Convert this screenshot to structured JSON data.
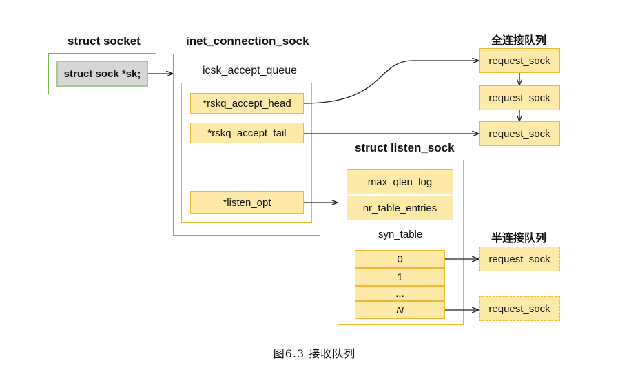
{
  "headings": {
    "struct_socket": "struct socket",
    "inet_connection_sock": "inet_connection_sock",
    "icsk_accept_queue": "icsk_accept_queue",
    "struct_listen_sock": "struct listen_sock",
    "syn_table": "syn_table",
    "full_queue": "全连接队列",
    "half_queue": "半连接队列"
  },
  "socket": {
    "field": "struct sock *sk;"
  },
  "accept_queue_fields": [
    "*rskq_accept_head",
    "*rskq_accept_tail"
  ],
  "listen_opt": "*listen_opt",
  "listen_sock_fields": [
    "max_qlen_log",
    "nr_table_entries"
  ],
  "syn_table_slots": [
    "0",
    "1",
    "...",
    "N"
  ],
  "full_queue_items": [
    "request_sock",
    "request_sock",
    "request_sock"
  ],
  "half_queue_items": [
    "request_sock",
    "request_sock"
  ],
  "caption": "图6.3   接收队列",
  "colors": {
    "green_border": "#7ab648",
    "orange_border": "#f2b833",
    "cell_fill": "#fde9a8",
    "arrow": "#222222"
  }
}
